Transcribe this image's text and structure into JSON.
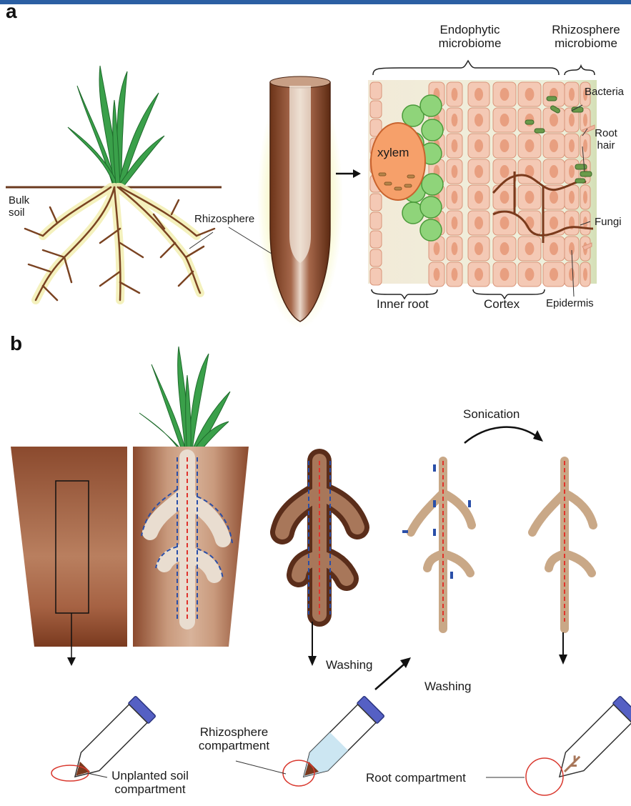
{
  "panels": {
    "a": "a",
    "b": "b"
  },
  "labels": {
    "endophytic_microbiome": "Endophytic microbiome",
    "rhizosphere_microbiome": "Rhizosphere microbiome",
    "bacteria": "Bacteria",
    "root_hair": "Root hair",
    "fungi": "Fungi",
    "epidermis": "Epidermis",
    "xylem": "xylem",
    "bulk_soil": "Bulk soil",
    "rhizosphere": "Rhizosphere",
    "inner_root": "Inner root",
    "cortex": "Cortex",
    "sonication": "Sonication",
    "washing_1": "Washing",
    "washing_2": "Washing",
    "rhizosphere_compartment": "Rhizosphere compartment",
    "unplanted_soil_compartment": "Unplanted soil compartment",
    "root_compartment": "Root compartment"
  },
  "colors": {
    "soil": "#8b4a2e",
    "soil_light": "#d7a888",
    "root": "#c9a887",
    "root_dark": "#5a2d1a",
    "leaf": "#3aa04a",
    "cell": "#f4c9b5",
    "cell_nucleus": "#e89f80",
    "green_cell": "#8fd47a",
    "xylem": "#f6a06a",
    "tube_cap": "#5560c4",
    "dashed_outline": "#2a4fa8",
    "red_line": "#e0332b",
    "highlight_circle": "#d9382e"
  }
}
